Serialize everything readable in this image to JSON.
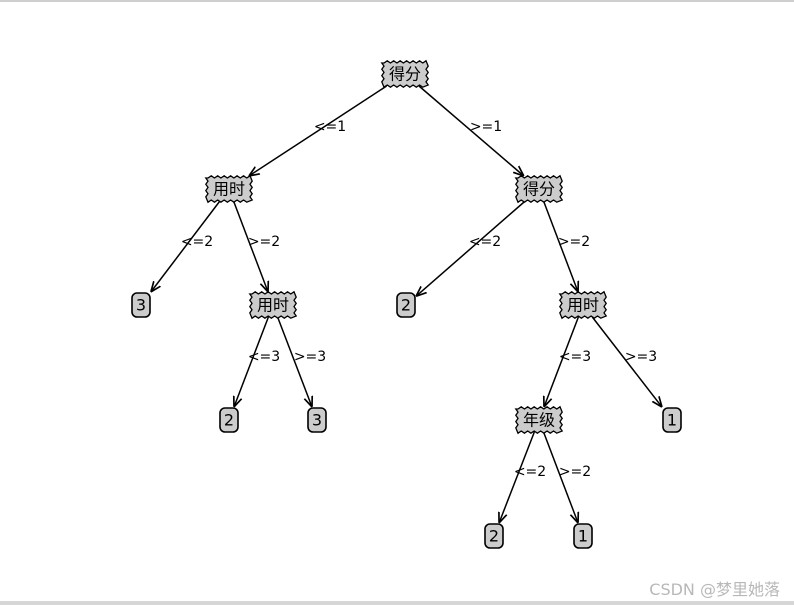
{
  "tree": {
    "fill": "#cccccc",
    "stroke": "#000000",
    "nodes": [
      {
        "id": "root",
        "label": "得分",
        "kind": "decision"
      },
      {
        "id": "n_left",
        "label": "用时",
        "kind": "decision"
      },
      {
        "id": "n_right",
        "label": "得分",
        "kind": "decision"
      },
      {
        "id": "leaf_3a",
        "label": "3",
        "kind": "leaf"
      },
      {
        "id": "n_lr",
        "label": "用时",
        "kind": "decision"
      },
      {
        "id": "leaf_2a",
        "label": "2",
        "kind": "leaf"
      },
      {
        "id": "leaf_3b",
        "label": "3",
        "kind": "leaf"
      },
      {
        "id": "leaf_2b",
        "label": "2",
        "kind": "leaf"
      },
      {
        "id": "n_rr",
        "label": "用时",
        "kind": "decision"
      },
      {
        "id": "n_grade",
        "label": "年级",
        "kind": "decision"
      },
      {
        "id": "leaf_1a",
        "label": "1",
        "kind": "leaf"
      },
      {
        "id": "leaf_2c",
        "label": "2",
        "kind": "leaf"
      },
      {
        "id": "leaf_1b",
        "label": "1",
        "kind": "leaf"
      }
    ],
    "edges": [
      {
        "from": "root",
        "to": "n_left",
        "label": "<=1"
      },
      {
        "from": "root",
        "to": "n_right",
        "label": ">=1"
      },
      {
        "from": "n_left",
        "to": "leaf_3a",
        "label": "<=2"
      },
      {
        "from": "n_left",
        "to": "n_lr",
        "label": ">=2"
      },
      {
        "from": "n_lr",
        "to": "leaf_2a",
        "label": "<=3"
      },
      {
        "from": "n_lr",
        "to": "leaf_3b",
        "label": ">=3"
      },
      {
        "from": "n_right",
        "to": "leaf_2b",
        "label": "<=2"
      },
      {
        "from": "n_right",
        "to": "n_rr",
        "label": ">=2"
      },
      {
        "from": "n_rr",
        "to": "n_grade",
        "label": "<=3"
      },
      {
        "from": "n_rr",
        "to": "leaf_1a",
        "label": ">=3"
      },
      {
        "from": "n_grade",
        "to": "leaf_2c",
        "label": "<=2"
      },
      {
        "from": "n_grade",
        "to": "leaf_1b",
        "label": ">=2"
      }
    ]
  },
  "watermark": "CSDN @梦里她落"
}
